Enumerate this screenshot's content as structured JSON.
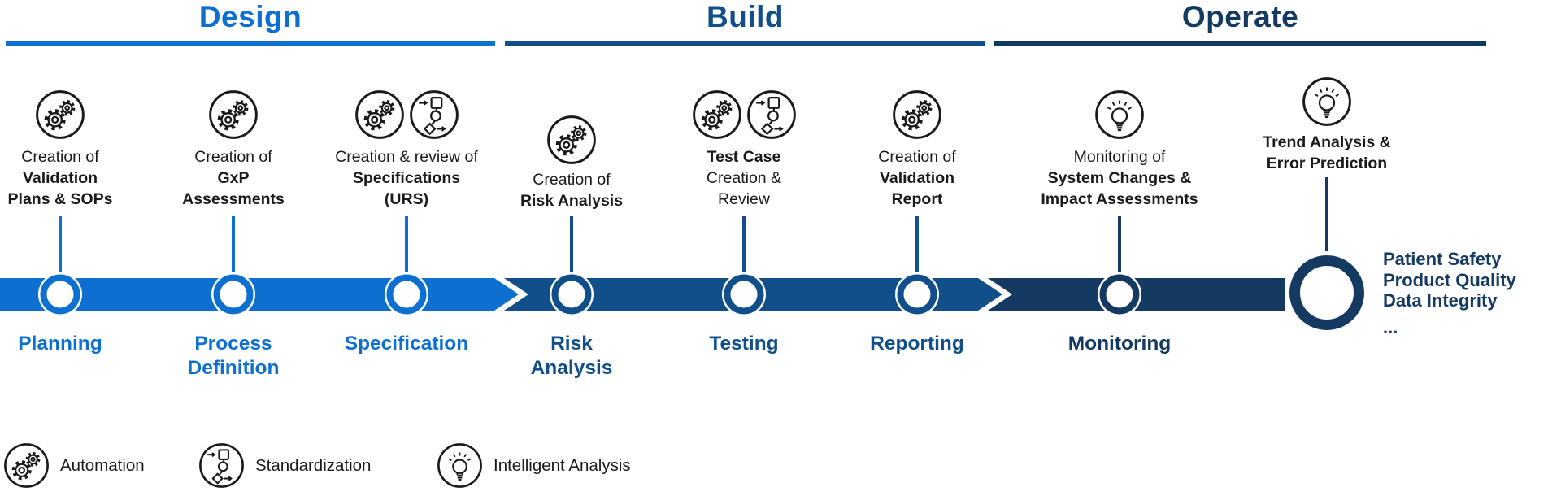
{
  "phases": [
    {
      "label": "Design"
    },
    {
      "label": "Build"
    },
    {
      "label": "Operate"
    }
  ],
  "activities": [
    {
      "lines": [
        "Creation of",
        "Validation",
        "Plans & SOPs"
      ],
      "icons": [
        "automation"
      ]
    },
    {
      "lines": [
        "Creation of",
        "GxP",
        "Assessments"
      ],
      "icons": [
        "automation"
      ]
    },
    {
      "lines": [
        "Creation & review of",
        "Specifications",
        "(URS)"
      ],
      "icons": [
        "automation",
        "standardization"
      ]
    },
    {
      "lines": [
        "Creation of",
        "Risk Analysis"
      ],
      "icons": [
        "automation"
      ]
    },
    {
      "lines": [
        "Test Case",
        "Creation &",
        "Review"
      ],
      "icons": [
        "automation",
        "standardization"
      ]
    },
    {
      "lines": [
        "Creation of",
        "Validation",
        "Report"
      ],
      "icons": [
        "automation"
      ]
    },
    {
      "lines": [
        "Monitoring of",
        "System Changes &",
        "Impact Assessments"
      ],
      "icons": [
        "intelligent-analysis"
      ]
    },
    {
      "lines": [
        "Trend Analysis &",
        "Error Prediction"
      ],
      "icons": [
        "intelligent-analysis"
      ]
    }
  ],
  "milestones": [
    "Planning",
    "Process Definition",
    "Specification",
    "Risk Analysis",
    "Testing",
    "Reporting",
    "Monitoring"
  ],
  "outcomes": [
    "Patient Safety",
    "Product Quality",
    "Data Integrity",
    "..."
  ],
  "legend": [
    {
      "label": "Automation",
      "icon": "automation"
    },
    {
      "label": "Standardization",
      "icon": "standardization"
    },
    {
      "label": "Intelligent Analysis",
      "icon": "intelligent-analysis"
    }
  ],
  "colors": {
    "design": "#0d70d0",
    "build": "#114f8a",
    "operate": "#143a62",
    "icon_black": "#1a1a1a"
  }
}
